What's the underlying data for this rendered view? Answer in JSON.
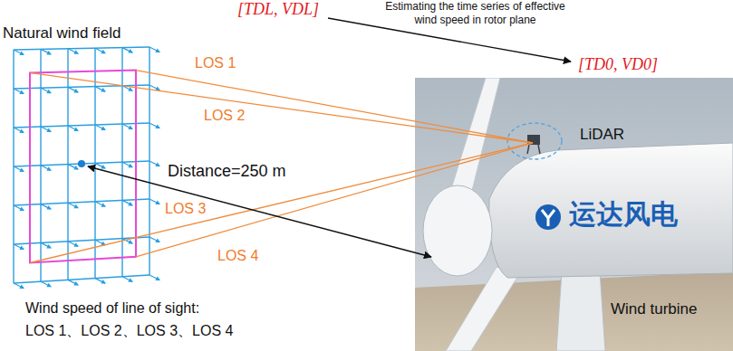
{
  "diagram": {
    "labels": [
      "[TDL, VDL]",
      "Estimating the time series of effective wind speed in rotor plane",
      "[TD0, VD0]",
      "Natural wind field",
      "LOS 1",
      "LOS 2",
      "Distance=250 m",
      "LiDAR",
      "LOS 3",
      "LOS 4",
      "运达风电",
      "Wind turbine",
      "Wind speed of line of sight:",
      "LOS 1、LOS 2、LOS 3、LOS 4"
    ]
  }
}
